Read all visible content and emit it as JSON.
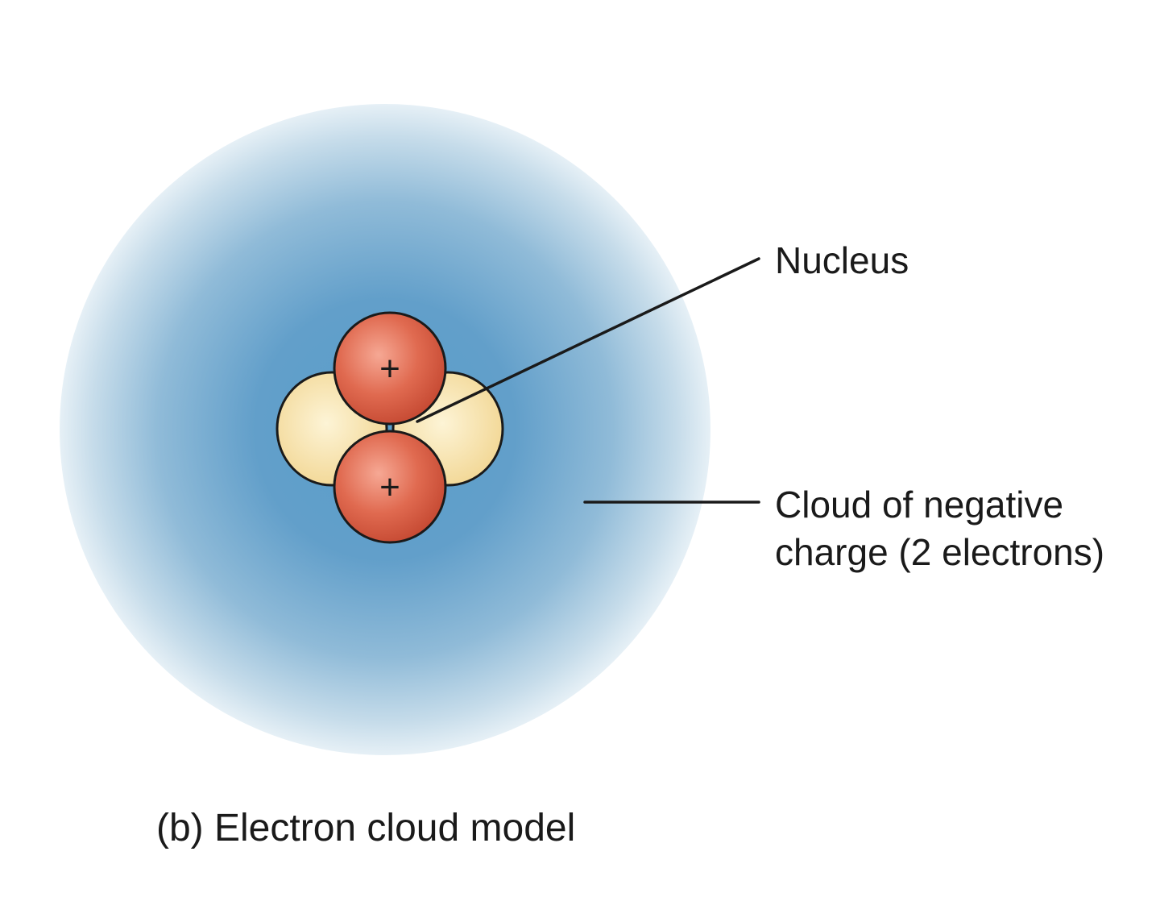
{
  "labels": {
    "nucleus": "Nucleus",
    "cloud_line1": "Cloud of negative",
    "cloud_line2": "charge (2 electrons)"
  },
  "proton_sign": "+",
  "caption": "(b) Electron cloud model",
  "colors": {
    "cloud_center": "#5a9ecb",
    "cloud_edge": "#e6f0f6",
    "proton_light": "#f6a894",
    "proton_mid": "#e06a50",
    "proton_dark": "#c64a33",
    "neutron_light": "#fdf4d6",
    "neutron_dark": "#f1d48e",
    "outline": "#1a1a1a",
    "leader_line": "#1a1a1a"
  }
}
